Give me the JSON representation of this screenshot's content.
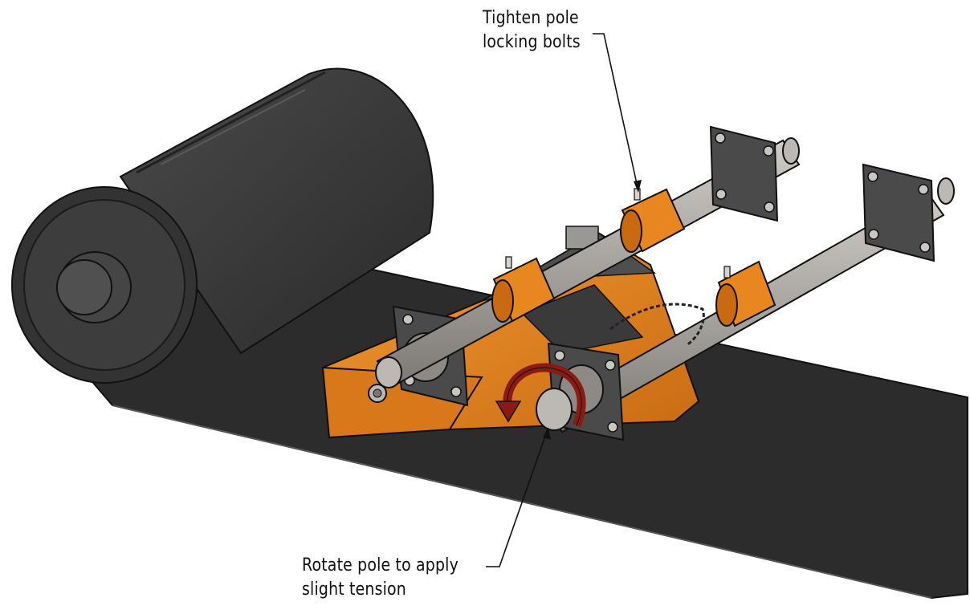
{
  "callouts": {
    "tighten": {
      "line1": "Tighten pole",
      "line2": "locking bolts"
    },
    "rotate": {
      "line1": "Rotate pole to apply",
      "line2": "slight tension"
    }
  },
  "colors": {
    "belt": "#2c2c2c",
    "roller": "#3a3a3a",
    "orange": "#e8861f",
    "orange_dark": "#b8600f",
    "steel": "#a7a49f",
    "plate": "#4a4a4a",
    "arrow": "#8b1a12"
  }
}
